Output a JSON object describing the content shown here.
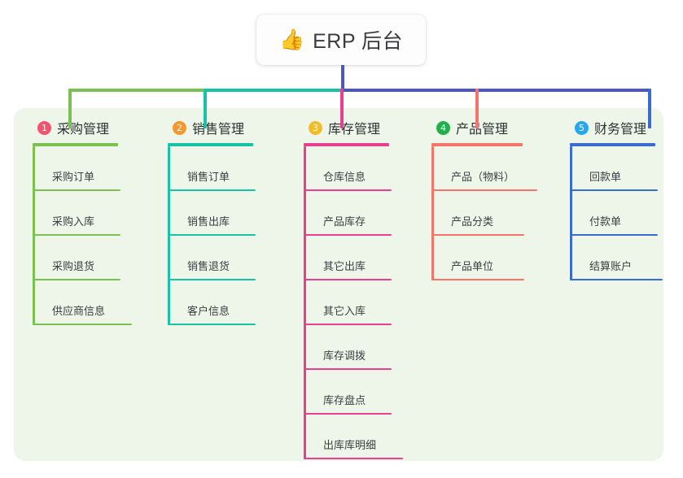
{
  "root": {
    "icon": "thumbs-up-emoji",
    "emoji": "👍",
    "title": "ERP 后台"
  },
  "theme": {
    "panel_bg": "#edf6e8",
    "root_stem": "#4d57c4",
    "bus_green": "#7cc052",
    "bus_teal": "#18c2a4",
    "bus_indigo": "#4d57c4"
  },
  "columns": [
    {
      "index": "1",
      "title": "采购管理",
      "badge_color": "#f2546d",
      "line_color": "#7cc052",
      "rule_width": 105,
      "items": [
        {
          "label": "采购订单",
          "rule_width": 84
        },
        {
          "label": "采购入库",
          "rule_width": 84
        },
        {
          "label": "采购退货",
          "rule_width": 84
        },
        {
          "label": "供应商信息",
          "rule_width": 98
        }
      ]
    },
    {
      "index": "2",
      "title": "销售管理",
      "badge_color": "#f2982f",
      "line_color": "#18c2a4",
      "rule_width": 105,
      "items": [
        {
          "label": "销售订单",
          "rule_width": 84
        },
        {
          "label": "销售出库",
          "rule_width": 84
        },
        {
          "label": "销售退货",
          "rule_width": 84
        },
        {
          "label": "客户信息",
          "rule_width": 84
        }
      ]
    },
    {
      "index": "3",
      "title": "库存管理",
      "badge_color": "#f3bc2b",
      "line_color": "#e8408f",
      "rule_width": 105,
      "items": [
        {
          "label": "仓库信息",
          "rule_width": 84
        },
        {
          "label": "产品库存",
          "rule_width": 84
        },
        {
          "label": "其它出库",
          "rule_width": 84
        },
        {
          "label": "其它入库",
          "rule_width": 84
        },
        {
          "label": "库存调拨",
          "rule_width": 84
        },
        {
          "label": "库存盘点",
          "rule_width": 84
        },
        {
          "label": "出库库明细",
          "rule_width": 98
        }
      ]
    },
    {
      "index": "4",
      "title": "产品管理",
      "badge_color": "#20b04a",
      "line_color": "#f4756c",
      "rule_width": 112,
      "items": [
        {
          "label": "产品（物料）",
          "rule_width": 106
        },
        {
          "label": "产品分类",
          "rule_width": 90
        },
        {
          "label": "产品单位",
          "rule_width": 90
        }
      ]
    },
    {
      "index": "5",
      "title": "财务管理",
      "badge_color": "#26a8e8",
      "line_color": "#3a6ccf",
      "rule_width": 105,
      "items": [
        {
          "label": "回款单",
          "rule_width": 84
        },
        {
          "label": "付款单",
          "rule_width": 84
        },
        {
          "label": "结算账户",
          "rule_width": 90
        }
      ]
    }
  ]
}
